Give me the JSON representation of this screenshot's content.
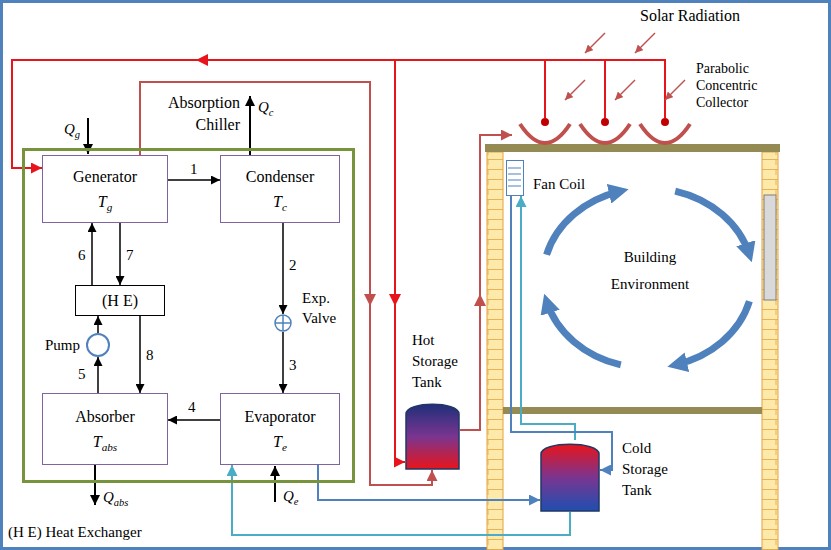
{
  "diagram": {
    "nodes": [
      {
        "text": [
          "Absorption Chiller"
        ]
      },
      {
        "text": [
          "Generator",
          "Tg"
        ],
        "in": 0
      },
      {
        "text": [
          "Condenser",
          "Tc"
        ],
        "in": 0
      },
      {
        "text": [
          "(H E)"
        ],
        "in": 0
      },
      {
        "text": [
          "Pump"
        ],
        "in": 0
      },
      {
        "text": [
          "Exp. Valve"
        ],
        "in": 0
      },
      {
        "text": [
          "Absorber",
          "Tabs"
        ],
        "in": 0
      },
      {
        "text": [
          "Evaporator",
          "Te"
        ],
        "in": 0
      },
      {
        "text": [
          "Parabolic Concentric Collector"
        ]
      },
      {
        "text": [
          "Building Environment"
        ]
      },
      {
        "text": [
          "Fan Coil"
        ],
        "in": 9
      },
      {
        "text": [
          "Hot Storage Tank"
        ]
      },
      {
        "text": [
          "Cold Storage Tank"
        ],
        "in": 9
      }
    ],
    "edges": [
      {
        "from": 1,
        "to": 2,
        "label": "1",
        "arrow": "to"
      },
      {
        "from": 2,
        "to": 5,
        "label": "2",
        "arrow": "to"
      },
      {
        "from": 5,
        "to": 7,
        "label": "3",
        "arrow": "to"
      },
      {
        "from": 7,
        "to": 6,
        "label": "4",
        "arrow": "to"
      },
      {
        "from": 6,
        "to": 4,
        "label": "5",
        "arrow": "to"
      },
      {
        "from": 4,
        "to": 3,
        "arrow": "to"
      },
      {
        "from": 3,
        "to": 1,
        "label": "6",
        "arrow": "to"
      },
      {
        "from": 1,
        "to": 3,
        "label": "7",
        "arrow": "to"
      },
      {
        "from": 3,
        "to": 6,
        "label": "8",
        "arrow": "to"
      },
      {
        "from": 8,
        "to": 1,
        "arrow": "to"
      },
      {
        "from": 8,
        "to": 11,
        "arrow": "to"
      },
      {
        "from": 11,
        "to": 8,
        "arrow": "to"
      },
      {
        "from": 1,
        "to": 11,
        "arrow": "to"
      },
      {
        "from": 7,
        "to": 12,
        "arrow": "to"
      },
      {
        "from": 12,
        "to": 7,
        "arrow": "to"
      },
      {
        "from": 12,
        "to": 10,
        "arrow": "to"
      },
      {
        "from": 10,
        "to": 12,
        "arrow": "to"
      }
    ],
    "labels": [
      "Solar Radiation",
      "Qg",
      "Qc",
      "Qabs",
      "Qe",
      "(H E) Heat Exchanger"
    ]
  }
}
